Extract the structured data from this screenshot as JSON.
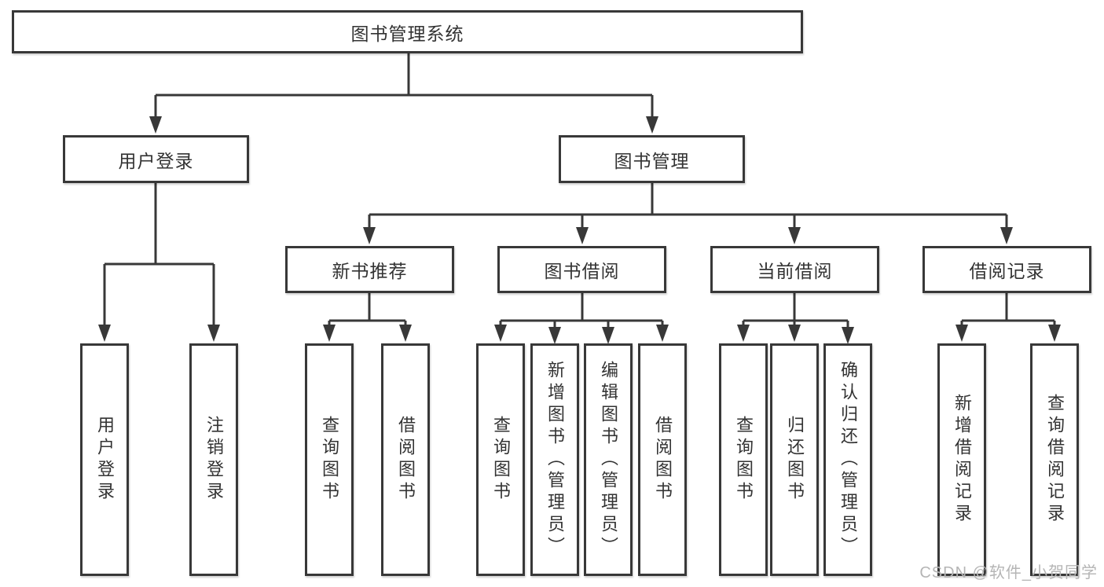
{
  "title": "图书管理系统",
  "watermark": {
    "text": "CSDN @软件_小贺同学"
  },
  "colors": {
    "line": "#383838",
    "text": "#333333",
    "box_fill": "#ffffff",
    "background": "#ffffff",
    "watermark": "#b5b5b5"
  },
  "nodes": {
    "root": {
      "label": "图书管理系统"
    },
    "level2": [
      {
        "label": "用户登录"
      },
      {
        "label": "图书管理"
      }
    ],
    "level3": [
      {
        "label": "新书推荐"
      },
      {
        "label": "图书借阅"
      },
      {
        "label": "当前借阅"
      },
      {
        "label": "借阅记录"
      }
    ],
    "leaves": {
      "user_login": [
        {
          "label": "用户登录"
        },
        {
          "label": "注销登录"
        }
      ],
      "new_book": [
        {
          "label": "查询图书"
        },
        {
          "label": "借阅图书"
        }
      ],
      "borrow": [
        {
          "label": "查询图书"
        },
        {
          "label": "新增图书（管理员）"
        },
        {
          "label": "编辑图书（管理员）"
        },
        {
          "label": "借阅图书"
        }
      ],
      "current": [
        {
          "label": "查询图书"
        },
        {
          "label": "归还图书"
        },
        {
          "label": "确认归还（管理员）"
        }
      ],
      "records": [
        {
          "label": "新增借阅记录"
        },
        {
          "label": "查询借阅记录"
        }
      ]
    }
  }
}
